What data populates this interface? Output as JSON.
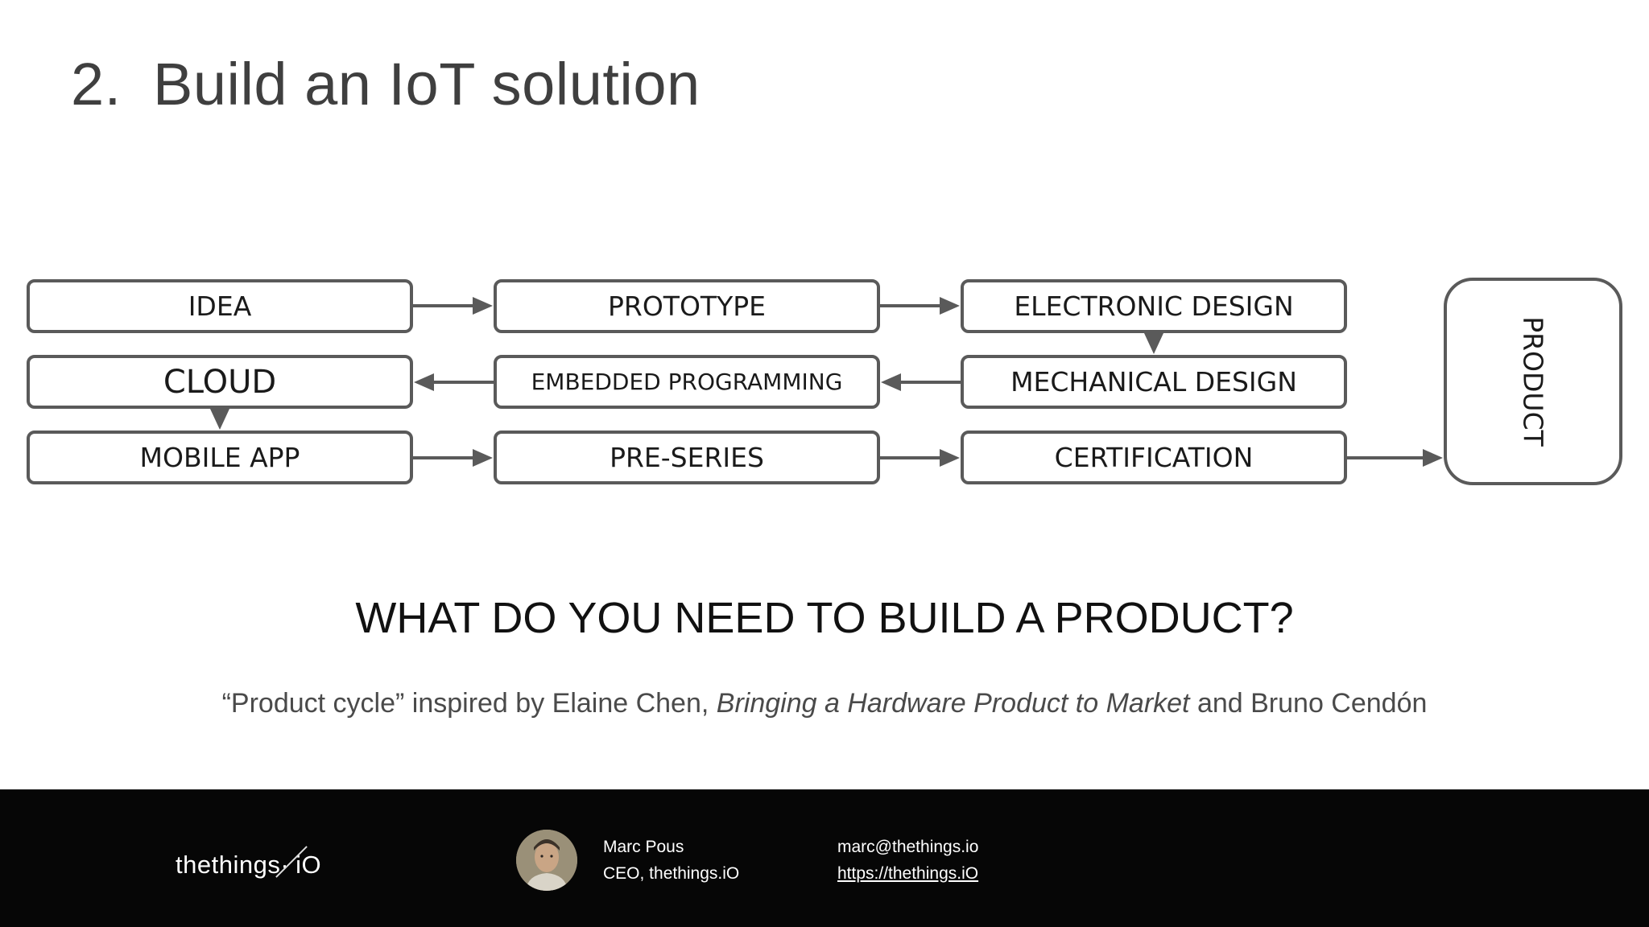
{
  "slide": {
    "number": "2.",
    "title": "Build an IoT solution"
  },
  "diagram": {
    "boxes": {
      "idea": "IDEA",
      "prototype": "PROTOTYPE",
      "electronic_design": "ELECTRONIC DESIGN",
      "cloud": "CLOUD",
      "embedded_programming": "EMBEDDED PROGRAMMING",
      "mechanical_design": "MECHANICAL DESIGN",
      "mobile_app": "MOBILE APP",
      "pre_series": "PRE-SERIES",
      "certification": "CERTIFICATION",
      "product": "PRODUCT"
    },
    "flow": [
      [
        "IDEA",
        "PROTOTYPE"
      ],
      [
        "PROTOTYPE",
        "ELECTRONIC DESIGN"
      ],
      [
        "ELECTRONIC DESIGN",
        "MECHANICAL DESIGN"
      ],
      [
        "MECHANICAL DESIGN",
        "EMBEDDED PROGRAMMING"
      ],
      [
        "EMBEDDED PROGRAMMING",
        "CLOUD"
      ],
      [
        "CLOUD",
        "MOBILE APP"
      ],
      [
        "MOBILE APP",
        "PRE-SERIES"
      ],
      [
        "PRE-SERIES",
        "CERTIFICATION"
      ],
      [
        "CERTIFICATION",
        "PRODUCT"
      ]
    ],
    "colors": {
      "stroke": "#5a5a5a",
      "text": "#1a1a1a"
    }
  },
  "question": "WHAT DO YOU NEED TO BUILD A PRODUCT?",
  "caption": {
    "prefix": "“Product cycle” inspired by Elaine Chen, ",
    "book": "Bringing a Hardware Product to Market",
    "suffix": " and Bruno Cendón"
  },
  "footer": {
    "logo_left": "thethings",
    "logo_dot": "·",
    "logo_right": "iO",
    "avatar_icon": "person-photo-icon",
    "person_name": "Marc Pous",
    "person_role": "CEO, thethings.iO",
    "email": "marc@thethings.io",
    "website": "https://thethings.iO",
    "background": "#060606"
  }
}
